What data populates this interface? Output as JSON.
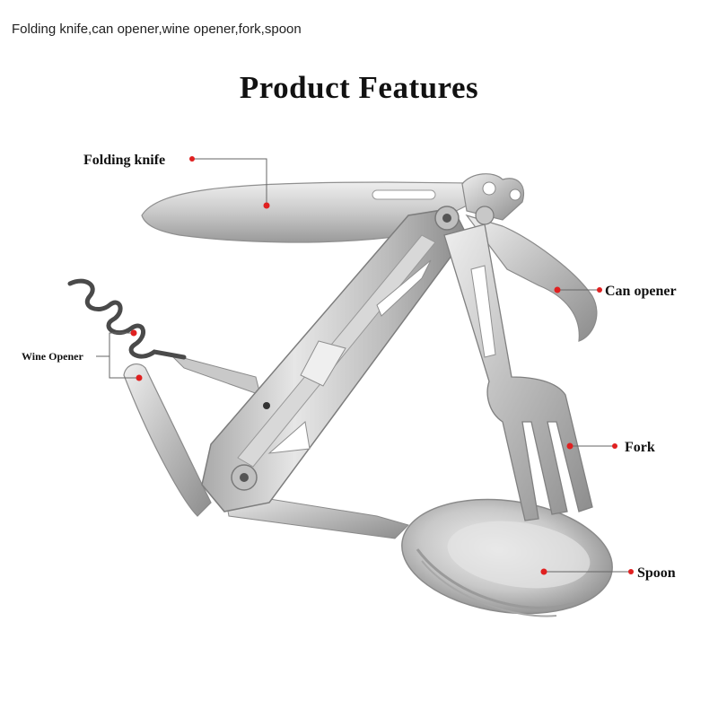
{
  "caption": "Folding knife,can opener,wine opener,fork,spoon",
  "headline": "Product Features",
  "callouts": {
    "folding_knife": "Folding knife",
    "can_opener": "Can opener",
    "wine_opener": "Wine Opener",
    "fork": "Fork",
    "spoon": "Spoon"
  },
  "colors": {
    "background": "#ffffff",
    "marker": "#e02020",
    "leader_line": "#666666",
    "steel_light": "#dcdcdc",
    "steel_mid": "#b4b4b4",
    "steel_dark": "#7a7a7a"
  }
}
